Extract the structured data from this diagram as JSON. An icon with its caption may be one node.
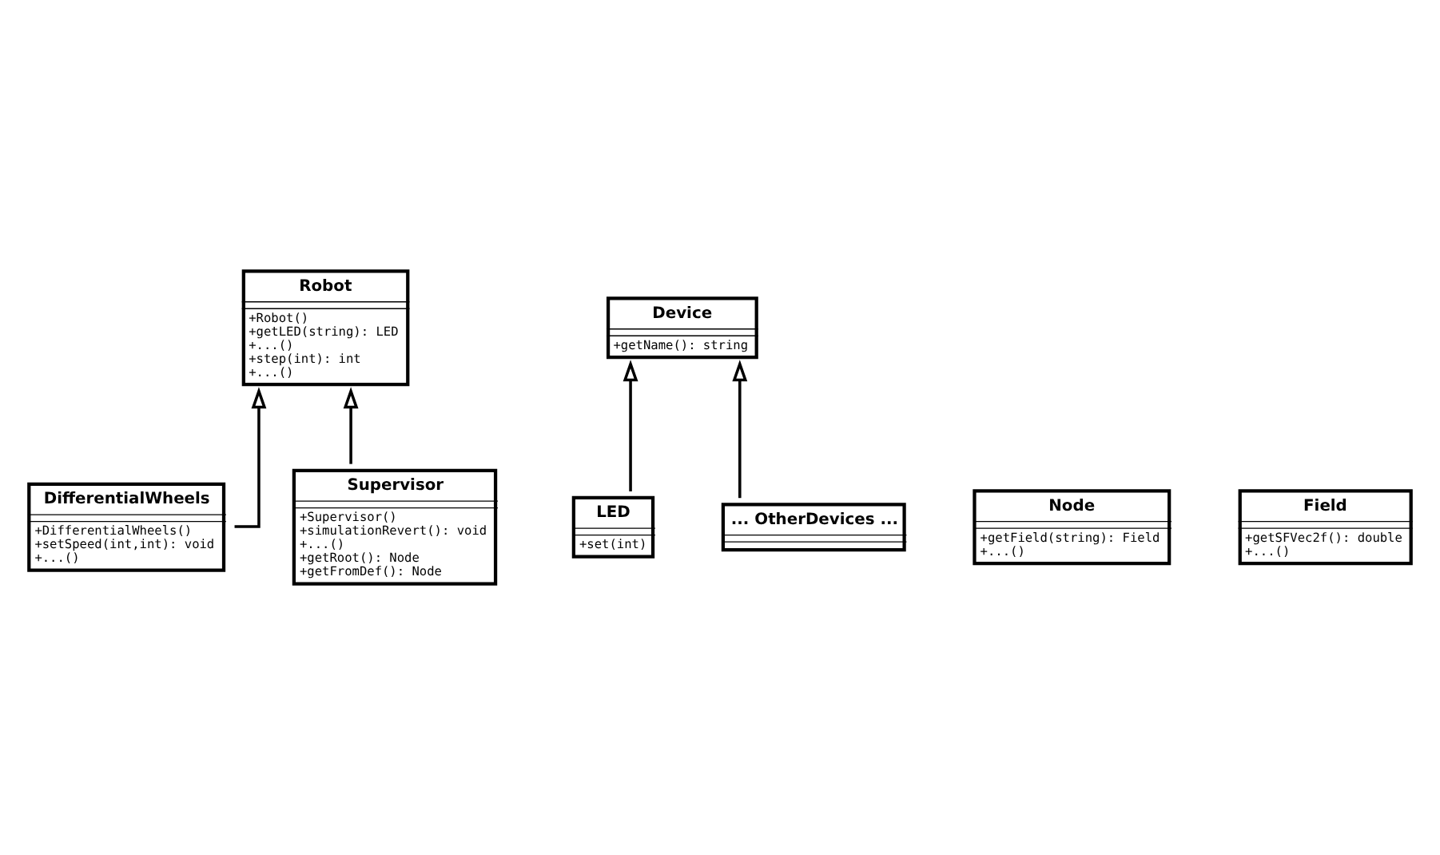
{
  "diagram": {
    "nodes": [
      {
        "text": [
          "Robot",
          "+Robot()",
          "+getLED(string): LED",
          "+...()",
          "+step(int): int",
          "+...()"
        ]
      },
      {
        "text": [
          "DifferentialWheels",
          "+DifferentialWheels()",
          "+setSpeed(int,int): void",
          "+...()"
        ]
      },
      {
        "text": [
          "Supervisor",
          "+Supervisor()",
          "+simulationRevert(): void",
          "+...()",
          "+getRoot(): Node",
          "+getFromDef(): Node"
        ]
      },
      {
        "text": [
          "Device",
          "+getName(): string"
        ]
      },
      {
        "text": [
          "LED",
          "+set(int)"
        ]
      },
      {
        "text": [
          "... OtherDevices ..."
        ]
      },
      {
        "text": [
          "Node",
          "+getField(string): Field",
          "+...()"
        ]
      },
      {
        "text": [
          "Field",
          "+getSFVec2f(): double",
          "+...()"
        ]
      }
    ],
    "edges": [
      {
        "from": 1,
        "to": 0,
        "arrow": "to"
      },
      {
        "from": 2,
        "to": 0,
        "arrow": "to"
      },
      {
        "from": 4,
        "to": 3,
        "arrow": "to"
      },
      {
        "from": 5,
        "to": 3,
        "arrow": "to"
      }
    ]
  }
}
